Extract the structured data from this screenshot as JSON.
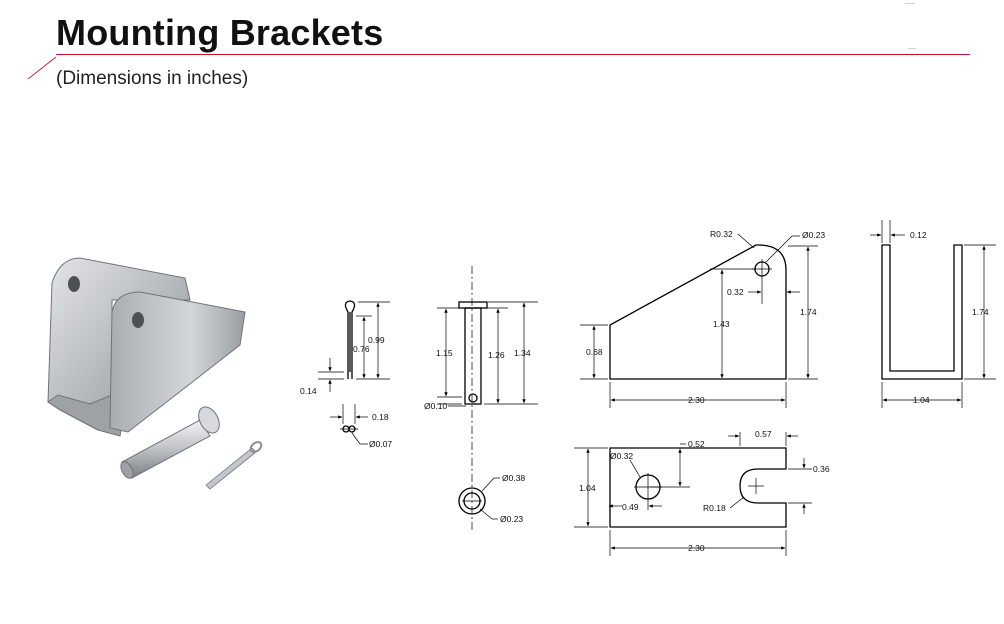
{
  "header": {
    "title": "Mounting Brackets",
    "subtitle": "(Dimensions in inches)"
  },
  "colors": {
    "accent_rule": "#c8102e",
    "steel_light": "#c9ccd0",
    "steel_dark": "#6f7378"
  },
  "clevis_pin": {
    "dim_length": "1.34",
    "dim_shank": "1.26",
    "dim_to_hole": "1.15",
    "dim_hole_dia": "Ø0.10",
    "dim_head_dia": "Ø0.38",
    "dim_pin_dia": "Ø0.23"
  },
  "cotter_pin": {
    "dim_length": "0.99",
    "dim_leg": "0.76",
    "dim_head": "0.14",
    "dim_width": "0.18",
    "dim_wire": "Ø0.07"
  },
  "bracket_side": {
    "dim_radius": "R0.32",
    "dim_hole": "Ø0.23",
    "dim_hole_offset": "0.32",
    "dim_height": "1.74",
    "dim_hole_height": "1.43",
    "dim_front": "0.68",
    "dim_length": "2.30"
  },
  "bracket_end": {
    "dim_thickness": "0.12",
    "dim_height": "1.74",
    "dim_width": "1.04"
  },
  "bracket_base": {
    "dim_hole": "Ø0.32",
    "dim_hole_y": "0.52",
    "dim_slot_x": "0.57",
    "dim_slot_w": "0.36",
    "dim_width": "1.04",
    "dim_hole_x": "0.49",
    "dim_slot_r": "R0.18",
    "dim_length": "2.30"
  }
}
